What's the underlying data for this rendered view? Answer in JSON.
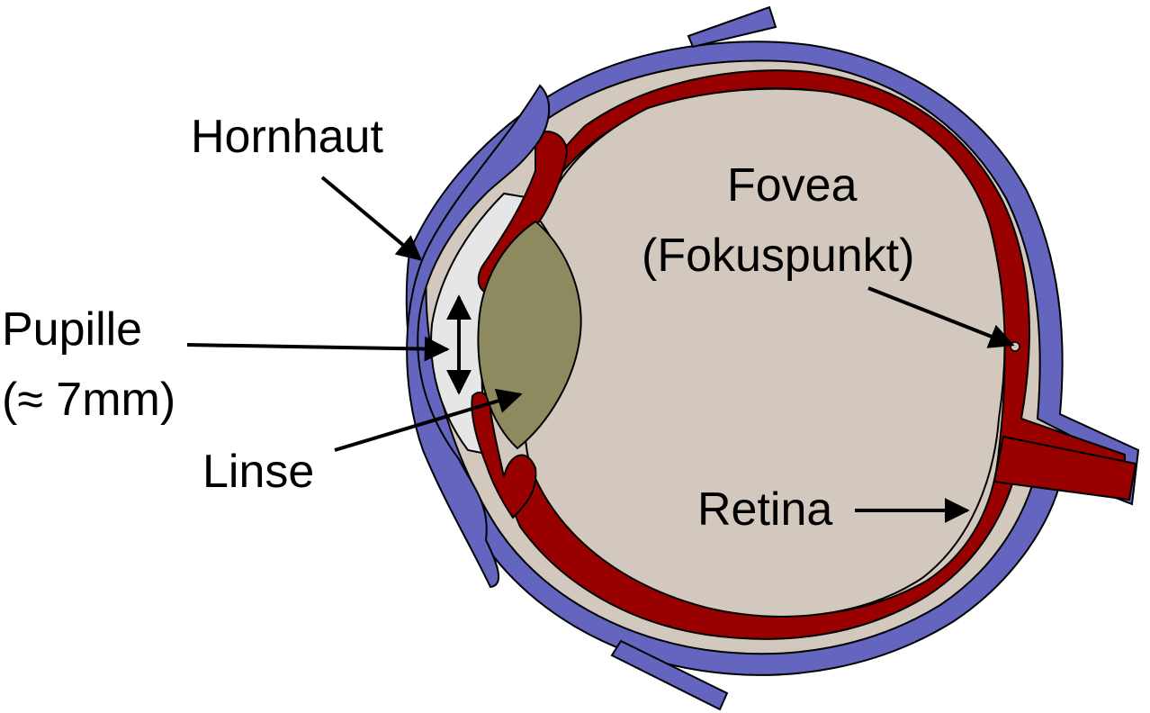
{
  "labels": {
    "cornea": "Hornhaut",
    "fovea": "Fovea",
    "fovea_note": "(Fokuspunkt)",
    "pupil": "Pupille",
    "pupil_size": "(≈ 7mm)",
    "lens": "Linse",
    "retina": "Retina"
  },
  "colors": {
    "sclera": "#6465bf",
    "retina": "#990000",
    "vitreous": "#d3c8bd",
    "lens": "#8c8a5e",
    "anterior_chamber": "#e6e6e6",
    "outline": "#000000"
  }
}
